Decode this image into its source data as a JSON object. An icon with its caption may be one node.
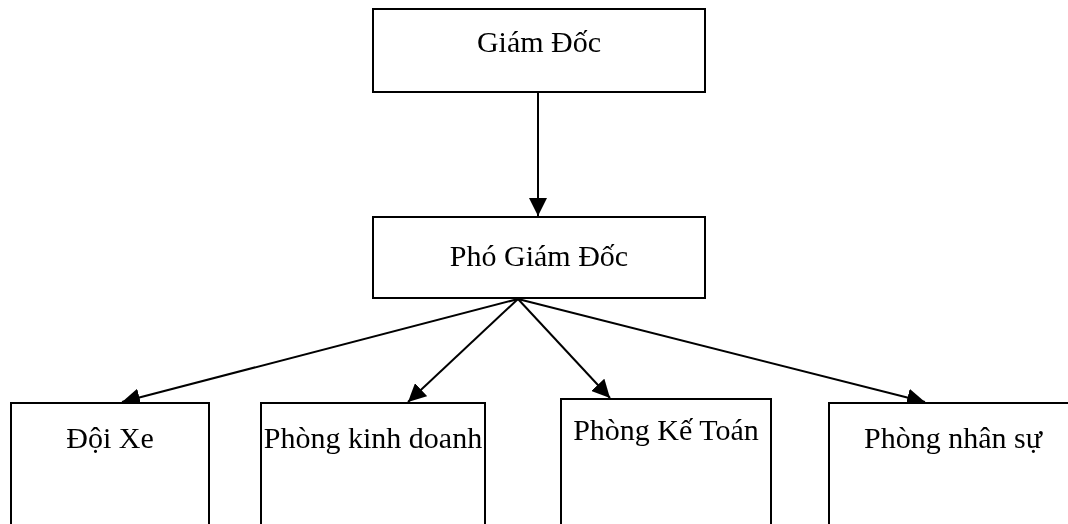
{
  "diagram": {
    "nodes": [
      {
        "text": [
          "Giám Đốc"
        ]
      },
      {
        "text": [
          "Phó Giám Đốc"
        ]
      },
      {
        "text": [
          "Đội Xe"
        ]
      },
      {
        "text": [
          "Phòng kinh doanh"
        ]
      },
      {
        "text": [
          "Phòng Kế Toán"
        ]
      },
      {
        "text": [
          "Phòng nhân sự"
        ]
      }
    ],
    "edges": [
      {
        "from": 0,
        "to": 1,
        "arrow": "to"
      },
      {
        "from": 1,
        "to": 2,
        "arrow": "to"
      },
      {
        "from": 1,
        "to": 3,
        "arrow": "to"
      },
      {
        "from": 1,
        "to": 4,
        "arrow": "to"
      },
      {
        "from": 1,
        "to": 5,
        "arrow": "to"
      }
    ]
  }
}
